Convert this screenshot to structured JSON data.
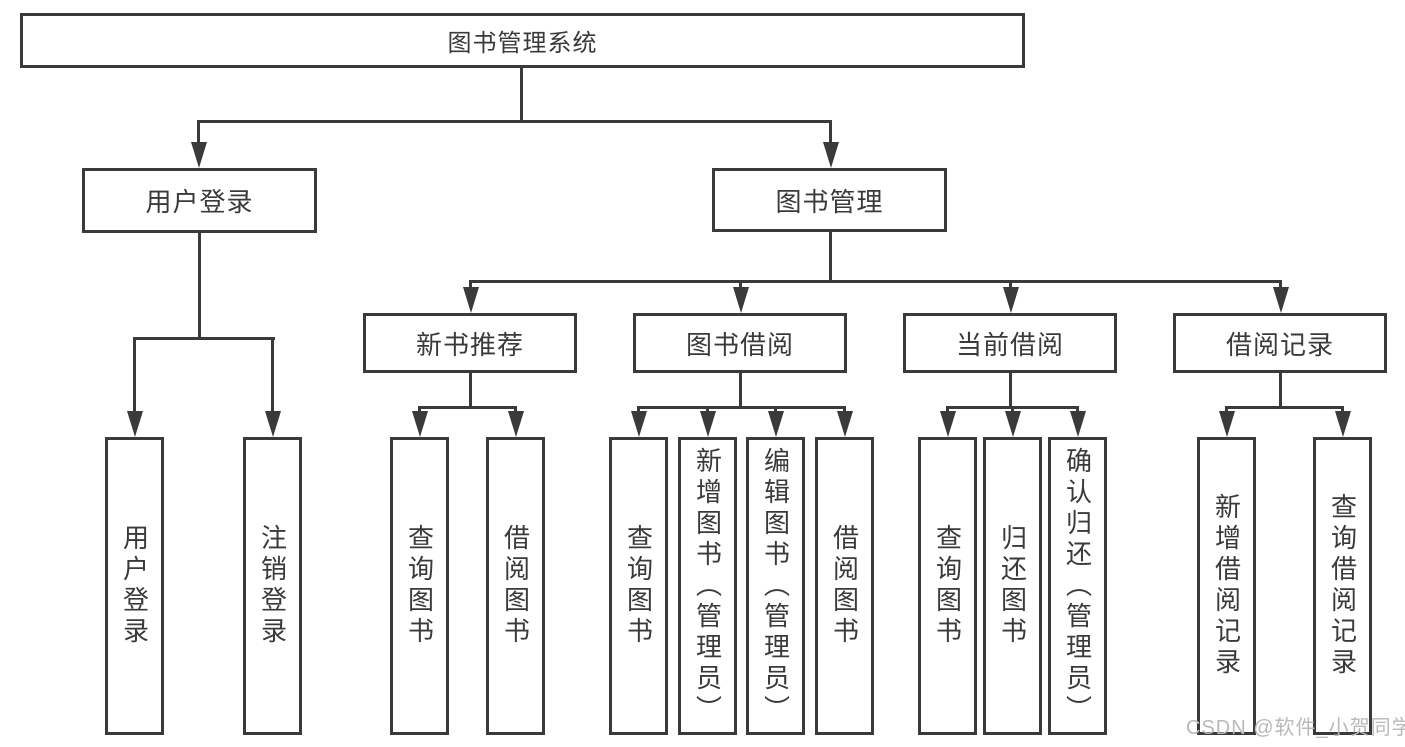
{
  "diagram": {
    "root": {
      "label": "图书管理系统"
    },
    "level1": [
      {
        "label": "用户登录"
      },
      {
        "label": "图书管理"
      }
    ],
    "level2": [
      {
        "label": "新书推荐"
      },
      {
        "label": "图书借阅"
      },
      {
        "label": "当前借阅"
      },
      {
        "label": "借阅记录"
      }
    ],
    "leaves": [
      {
        "label": "用户登录"
      },
      {
        "label": "注销登录"
      },
      {
        "label": "查询图书"
      },
      {
        "label": "借阅图书"
      },
      {
        "label": "查询图书"
      },
      {
        "label": "新增图书（管理员）"
      },
      {
        "label": "编辑图书（管理员）"
      },
      {
        "label": "借阅图书"
      },
      {
        "label": "查询图书"
      },
      {
        "label": "归还图书"
      },
      {
        "label": "确认归还（管理员）"
      },
      {
        "label": "新增借阅记录"
      },
      {
        "label": "查询借阅记录"
      }
    ]
  },
  "watermark": {
    "text": "CSDN @软件_小贺同学"
  },
  "colors": {
    "line": "#3a3a3a",
    "text": "#3a3a3a",
    "watermark_text": "#b9b9b9",
    "background": "#ffffff"
  }
}
